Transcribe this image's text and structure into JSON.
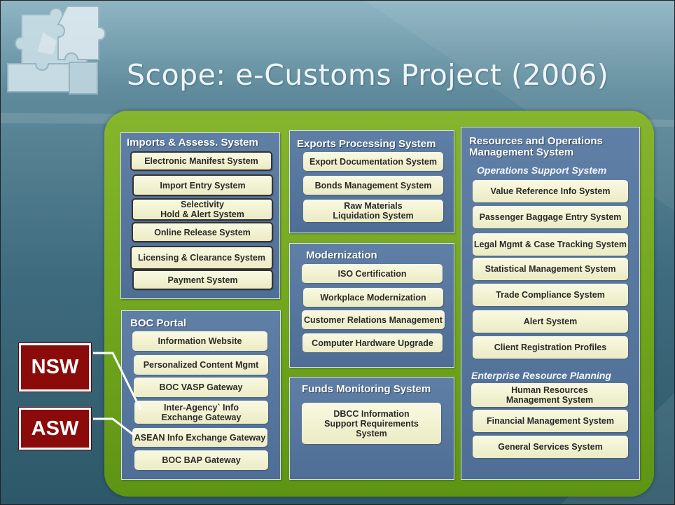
{
  "slide": {
    "title": "Scope: e-Customs Project (2006)"
  },
  "imports": {
    "title": "Imports & Assess. System",
    "items": [
      "Electronic Manifest System",
      "Import Entry System",
      "Selectivity\nHold & Alert System",
      "Online Release System",
      "Licensing & Clearance System",
      "Payment System"
    ]
  },
  "exports": {
    "title": "Exports Processing System",
    "items": [
      "Export Documentation System",
      "Bonds Management System",
      "Raw Materials\nLiquidation System"
    ]
  },
  "modernization": {
    "title": "Modernization",
    "items": [
      "ISO Certification",
      "Workplace Modernization",
      "Customer Relations Management",
      "Computer Hardware Upgrade"
    ]
  },
  "portal": {
    "title": "BOC Portal",
    "items": [
      "Information Website",
      "Personalized Content Mgmt",
      "BOC VASP Gateway",
      "Inter-Agency` Info\nExchange Gateway",
      "ASEAN Info Exchange Gateway",
      "BOC BAP Gateway"
    ]
  },
  "funds": {
    "title": "Funds Monitoring System",
    "items": [
      "DBCC Information\nSupport Requirements\nSystem"
    ]
  },
  "resources": {
    "title": "Resources and Operations\nManagement System",
    "ops_title": "Operations Support System",
    "ops_items": [
      "Value Reference Info System",
      "Passenger Baggage Entry System",
      "Legal Mgmt & Case Tracking System",
      "Statistical Management System",
      "Trade Compliance System",
      "Alert System",
      "Client Registration Profiles"
    ],
    "erp_title": "Enterprise Resource Planning",
    "erp_items": [
      "Human Resources\nManagement System",
      "Financial Management System",
      "General Services System"
    ]
  },
  "tags": {
    "nsw": "NSW",
    "asw": "ASW"
  },
  "colors": {
    "tag_red": "#8b0a0a",
    "green_frame": "#6ea41c",
    "panel_blue": "#56759d"
  }
}
